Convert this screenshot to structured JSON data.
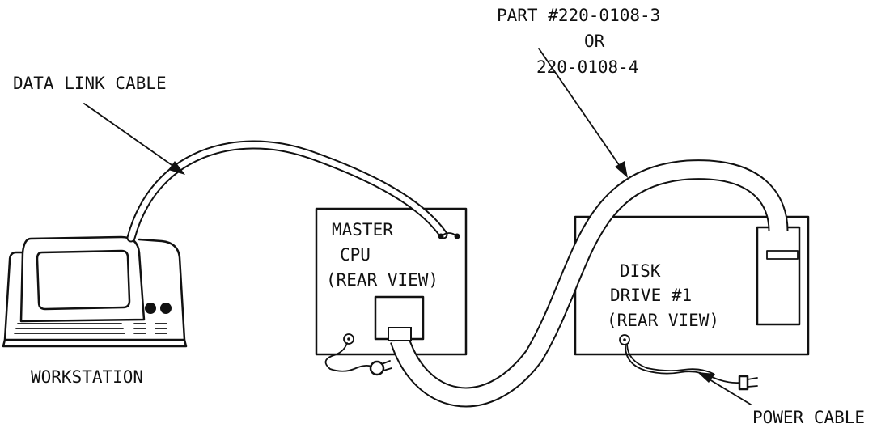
{
  "labels": {
    "data_link_cable": "DATA LINK CABLE",
    "part_line1": "PART #220-0108-3",
    "part_line2": "OR",
    "part_line3": "220-0108-4",
    "master_line1": "MASTER",
    "master_line2": "CPU",
    "master_line3": "(REAR VIEW)",
    "disk_line1": "DISK",
    "disk_line2": "DRIVE #1",
    "disk_line3": "(REAR VIEW)",
    "workstation": "WORKSTATION",
    "power_cable": "POWER CABLE"
  }
}
